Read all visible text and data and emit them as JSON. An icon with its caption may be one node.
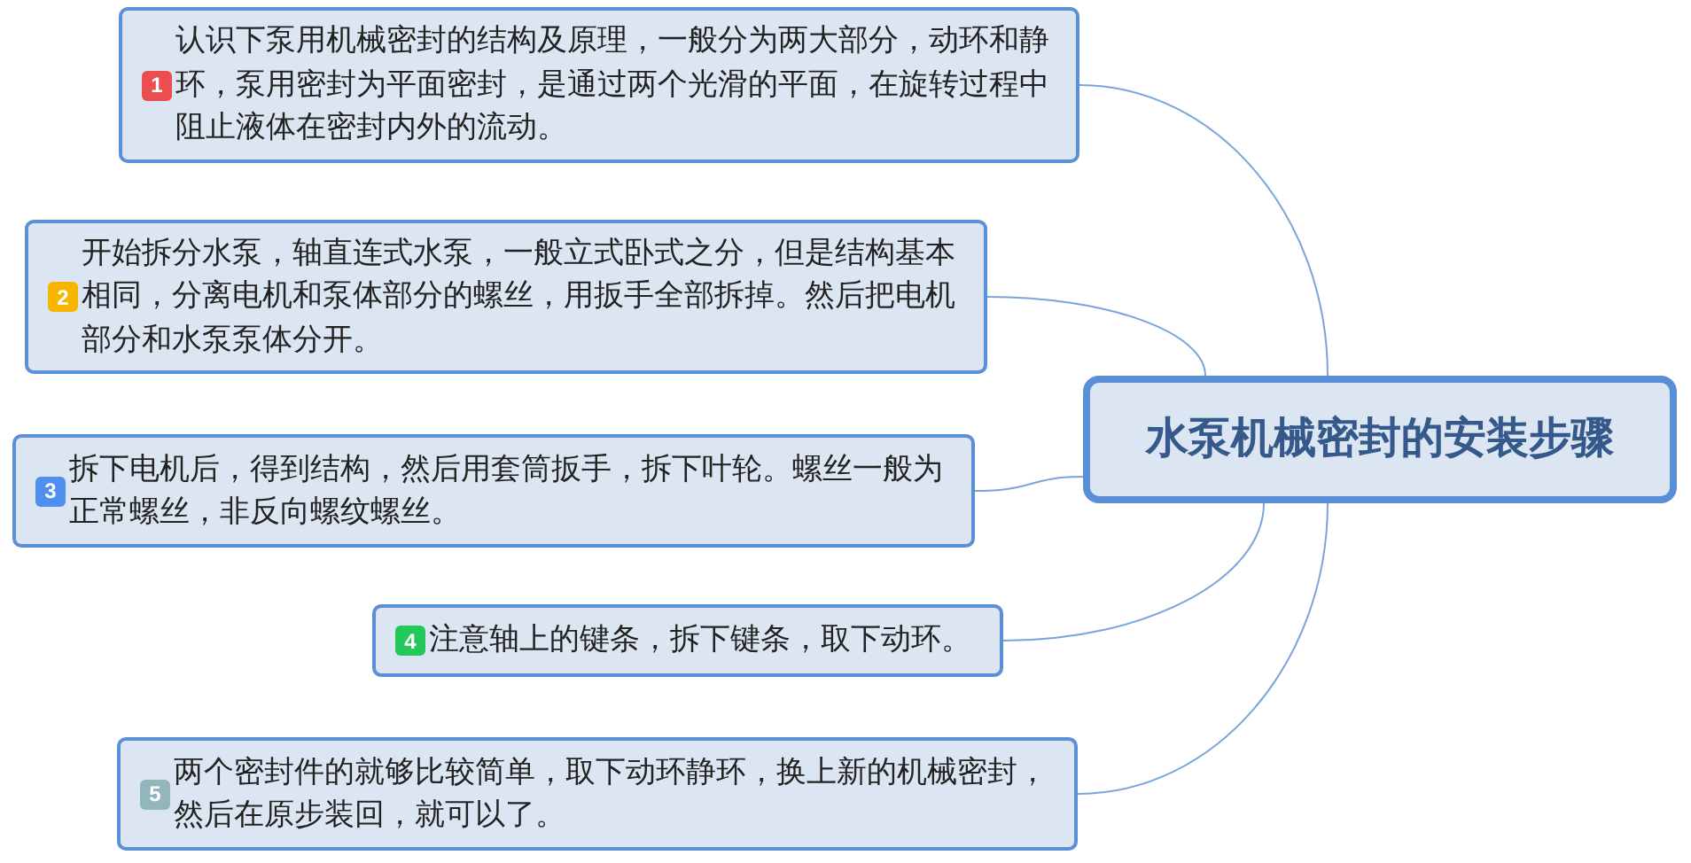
{
  "diagram": {
    "nodes": [
      {
        "text": [
          "水泵机械密封的安装步骤"
        ]
      },
      {
        "text": [
          "1",
          "认识下泵用机械密封的结构及原理，一般分为两大部分，动环和静环，泵用密封为平面密封，是通过两个光滑的平面，在旋转过程中阻止液体在密封内外的流动。"
        ]
      },
      {
        "text": [
          "2",
          "开始拆分水泵，轴直连式水泵，一般立式卧式之分，但是结构基本相同，分离电机和泵体部分的螺丝，用扳手全部拆掉。然后把电机部分和水泵泵体分开。"
        ]
      },
      {
        "text": [
          "3",
          "拆下电机后，得到结构，然后用套筒扳手，拆下叶轮。螺丝一般为正常螺丝，非反向螺纹螺丝。"
        ]
      },
      {
        "text": [
          "4",
          "注意轴上的键条，拆下键条，取下动环。"
        ]
      },
      {
        "text": [
          "5",
          "两个密封件的就够比较简单，取下动环静环，换上新的机械密封，然后在原步装回，就可以了。"
        ]
      }
    ],
    "edges": [
      {
        "from": 0,
        "to": 1,
        "arrow": "none"
      },
      {
        "from": 0,
        "to": 2,
        "arrow": "none"
      },
      {
        "from": 0,
        "to": 3,
        "arrow": "none"
      },
      {
        "from": 0,
        "to": 4,
        "arrow": "none"
      },
      {
        "from": 0,
        "to": 5,
        "arrow": "none"
      }
    ]
  }
}
